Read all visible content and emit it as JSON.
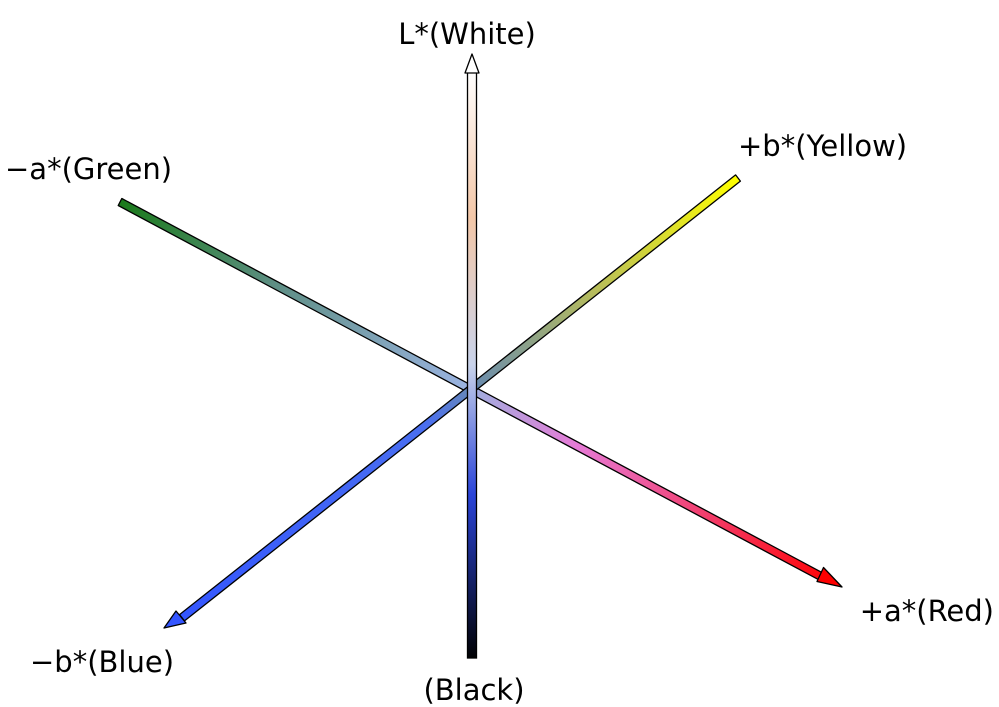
{
  "axes": {
    "l_white": {
      "label": "L*(White)"
    },
    "l_black": {
      "label": "(Black)"
    },
    "a_green": {
      "label": "−a*(Green)"
    },
    "a_red": {
      "label": "+a*(Red)"
    },
    "b_yellow": {
      "label": "+b*(Yellow)"
    },
    "b_blue": {
      "label": "−b*(Blue)"
    }
  },
  "colors": {
    "white": "#ffffff",
    "black": "#000000",
    "green": "#1a7a1a",
    "red": "#ff0000",
    "yellow": "#ffff00",
    "blue": "#3355ff",
    "neutral_center": "#9ab3e0",
    "outline": "#000000"
  }
}
